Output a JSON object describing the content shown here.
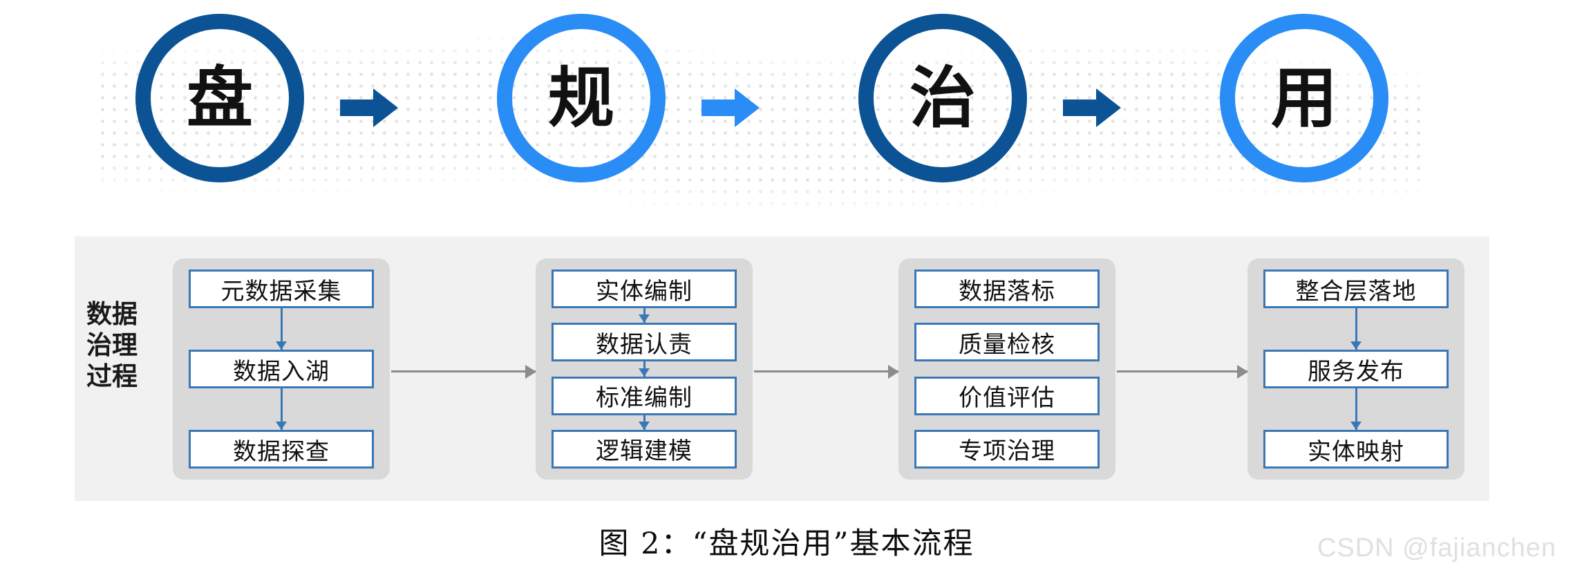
{
  "stages": [
    {
      "glyph": "盘",
      "tone": "dark",
      "name": "stage-circle-pan"
    },
    {
      "glyph": "规",
      "tone": "light",
      "name": "stage-circle-gui"
    },
    {
      "glyph": "治",
      "tone": "dark",
      "name": "stage-circle-zhi"
    },
    {
      "glyph": "用",
      "tone": "light",
      "name": "stage-circle-yong"
    }
  ],
  "stage_arrows": [
    {
      "tone": "dark"
    },
    {
      "tone": "light"
    },
    {
      "tone": "dark"
    }
  ],
  "process": {
    "label": "数据治理过程",
    "groups": [
      {
        "name": "group-pan",
        "connected": true,
        "steps": [
          "元数据采集",
          "数据入湖",
          "数据探查"
        ]
      },
      {
        "name": "group-gui",
        "connected": true,
        "steps": [
          "实体编制",
          "数据认责",
          "标准编制",
          "逻辑建模"
        ]
      },
      {
        "name": "group-zhi",
        "connected": false,
        "steps": [
          "数据落标",
          "质量检核",
          "价值评估",
          "专项治理"
        ]
      },
      {
        "name": "group-yong",
        "connected": true,
        "steps": [
          "整合层落地",
          "服务发布",
          "实体映射"
        ]
      }
    ]
  },
  "caption": "图 2：“盘规治用”基本流程",
  "watermark": "CSDN @fajianchen",
  "colors": {
    "dark_blue": "#0b5394",
    "light_blue": "#2a8cf5",
    "box_border": "#3a78b5",
    "panel_bg": "#f1f1f1",
    "group_bg": "#d9d9d9",
    "connector_gray": "#8c8c8c",
    "watermark_gray": "#e0e0e0"
  }
}
